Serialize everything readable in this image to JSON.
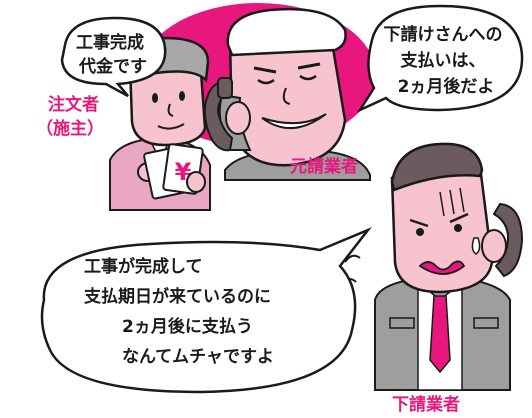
{
  "colors": {
    "accent_magenta": "#e8177d",
    "skin": "#f6c3cf",
    "suit_pink": "#e9a7c4",
    "suit_gray": "#9e9e9e",
    "hair_gray": "#a8a8a8",
    "line": "#1a1a1a",
    "phone": "#6b5a5e"
  },
  "client": {
    "speech_lines": [
      "工事完成",
      "代金です"
    ],
    "label_lines": [
      "注文者",
      "（施主）"
    ],
    "held_icon": "yen-envelope-icon",
    "envelope_symbol": "¥"
  },
  "prime_contractor": {
    "speech_lines": [
      "下請けさんへの",
      "支払いは、",
      "2ヵ月後だよ"
    ],
    "label": "元請業者",
    "held_icon": "telephone-handset-icon"
  },
  "subcontractor": {
    "speech_lines": [
      "工事が完成して",
      "支払期日が来ているのに",
      "2ヵ月後に支払う",
      "なんてムチャですよ"
    ],
    "label": "下請業者",
    "held_icon": "telephone-handset-icon"
  }
}
